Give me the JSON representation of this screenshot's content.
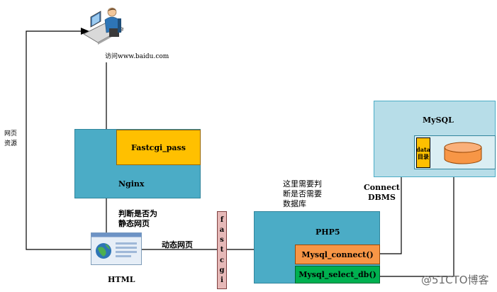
{
  "user_caption": "访问www.baidu.com",
  "side_label": "网页\n资源",
  "nginx": {
    "title": "Nginx",
    "fastcgi_pass": "Fastcgi_pass"
  },
  "static_check": "判断是否为\n静态网页",
  "html_label": "HTML",
  "dynamic_label": "动态网页",
  "fastcgi_bar": [
    "f",
    "a",
    "s",
    "t",
    "c",
    "g",
    "i"
  ],
  "php": {
    "title": "PHP5",
    "check_label": "这里需要判\n断是否需要\n数据库",
    "mysql_connect": "Mysql_connect()",
    "mysql_select_db": "Mysql_select_db()"
  },
  "connect_dbms": "Connect\nDBMS",
  "mysql": {
    "title": "MySQL",
    "data_dir": "data\n目录"
  },
  "watermark": "@51CTO博客",
  "colors": {
    "nginx": "#4bacc6",
    "fastcgi_pass": "#ffc000",
    "php": "#4bacc6",
    "mysql_connect": "#f79646",
    "mysql_select_db": "#00b050",
    "mysql": "#b7dde8",
    "fastcgi_bar": "#e6b9b8",
    "db_cylinder": "#f79646"
  }
}
